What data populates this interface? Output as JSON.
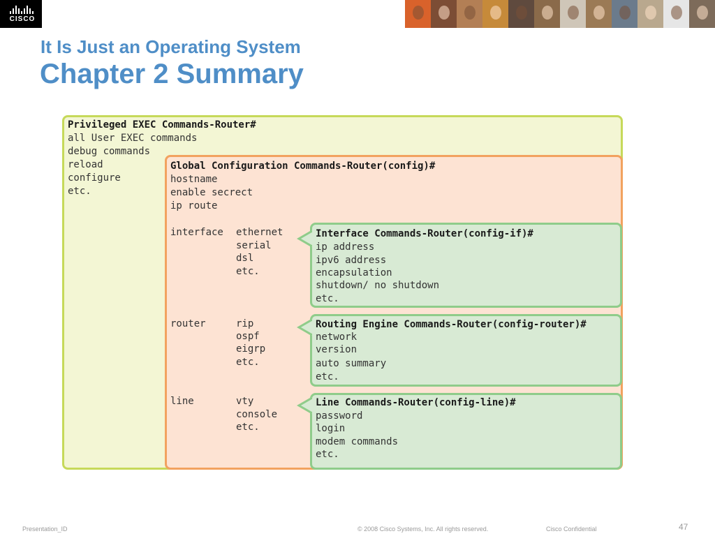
{
  "header": {
    "logo_text": "CISCO",
    "photo_colors": [
      "#d9622b",
      "#7c4d35",
      "#b37f55",
      "#c68a3a",
      "#5f4a3e",
      "#8a6a4a",
      "#cfc6b8",
      "#9b7a55",
      "#6b7b8c",
      "#b9a88e",
      "#e6e6e6",
      "#7d6b5a"
    ]
  },
  "slide": {
    "subtitle": "It Is Just an Operating System",
    "title": "Chapter 2 Summary"
  },
  "diagram": {
    "colors": {
      "priv_fill": "#f3f6d4",
      "priv_border": "#c6d95a",
      "global_fill": "#fde3d3",
      "global_border": "#f2a25f",
      "mode_fill": "#d8ead4",
      "mode_border": "#8fcc8a"
    },
    "privileged": {
      "header": "Privileged EXEC Commands-Router#",
      "items": [
        "all User EXEC commands",
        "debug commands",
        "reload",
        "configure",
        "etc."
      ]
    },
    "global": {
      "header": "Global Configuration Commands-Router(config)#",
      "items": [
        "hostname",
        "enable secrect",
        "ip route"
      ],
      "interface": {
        "label": "interface",
        "options": [
          "ethernet",
          "serial",
          "dsl",
          "etc."
        ]
      },
      "router": {
        "label": "router",
        "options": [
          "rip",
          "ospf",
          "eigrp",
          "etc."
        ]
      },
      "line": {
        "label": "line",
        "options": [
          "vty",
          "console",
          "etc."
        ]
      }
    },
    "interface_mode": {
      "header": "Interface Commands-Router(config-if)#",
      "items": [
        "ip address",
        "ipv6 address",
        "encapsulation",
        "shutdown/ no shutdown",
        "etc."
      ]
    },
    "routing_mode": {
      "header": "Routing Engine Commands-Router(config-router)#",
      "items": [
        "network",
        "version",
        "auto summary",
        "etc."
      ]
    },
    "line_mode": {
      "header": "Line Commands-Router(config-line)#",
      "items": [
        "password",
        "login",
        "modem commands",
        "etc."
      ]
    }
  },
  "footer": {
    "presentation_id": "Presentation_ID",
    "copyright": "© 2008 Cisco Systems, Inc. All rights reserved.",
    "confidential": "Cisco Confidential",
    "page_number": "47"
  }
}
